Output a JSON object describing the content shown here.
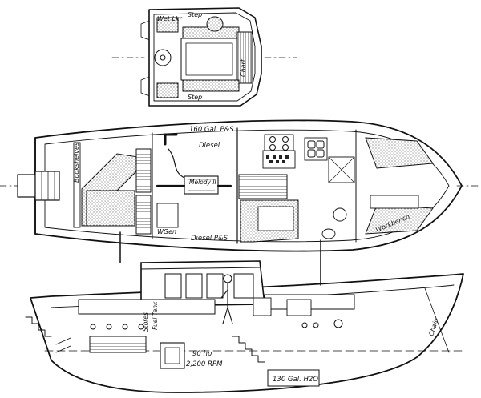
{
  "deckhouse_plan": {
    "labels": {
      "wet_locker": "Wet Lkr",
      "step_top": "Step",
      "step_bottom": "Step",
      "chart": "Chart"
    }
  },
  "accommodation_plan": {
    "labels": {
      "fuel_top": "160 Gal. P&S",
      "fuel_top_sub": "Diesel",
      "engine": "Melody II",
      "fuel_bottom": "Diesel P&S",
      "bookshelves": "Bookshelves",
      "wgen": "WGen",
      "workbench": "Workbench"
    }
  },
  "profile": {
    "labels": {
      "stores": "Stores",
      "fuel_tank": "Fuel Tank",
      "engine_hp": "90 hp",
      "engine_rpm": "2,200 RPM",
      "water_tank": "130 Gal. H2O",
      "chain": "Chain"
    }
  },
  "colors": {
    "ink": "#111111",
    "paper": "#ffffff"
  }
}
